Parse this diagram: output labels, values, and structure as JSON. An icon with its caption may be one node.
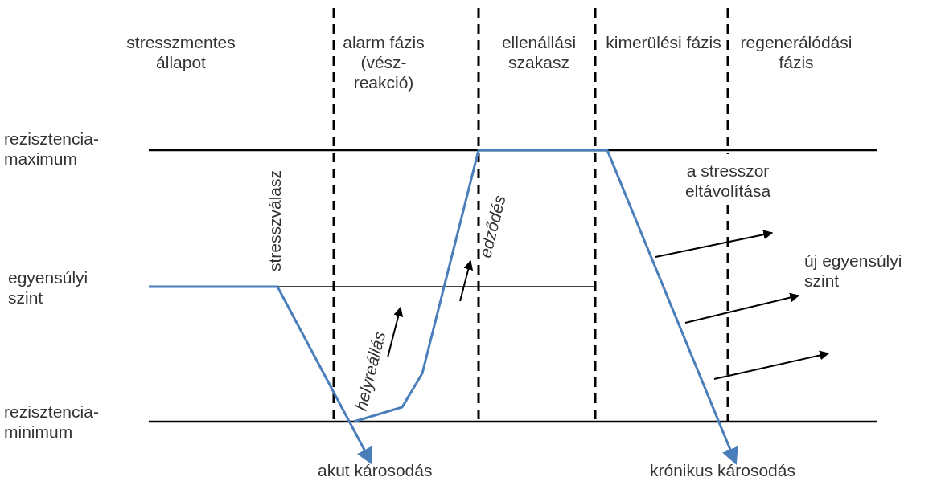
{
  "diagram": {
    "labels": [
      "stresszmentes állapot",
      "alarm fázis (vész- reakció)",
      "ellenállási szakasz",
      "kimerülési fázis",
      "regenerálódási fázis",
      "rezisztencia- maximum",
      "stresszválasz",
      "a stresszor eltávolítása",
      "edződés",
      "egyensúlyi szint",
      "új egyensúlyi szint",
      "helyreállás",
      "rezisztencia- minimum",
      "akut károsodás",
      "krónikus károsodás"
    ]
  }
}
